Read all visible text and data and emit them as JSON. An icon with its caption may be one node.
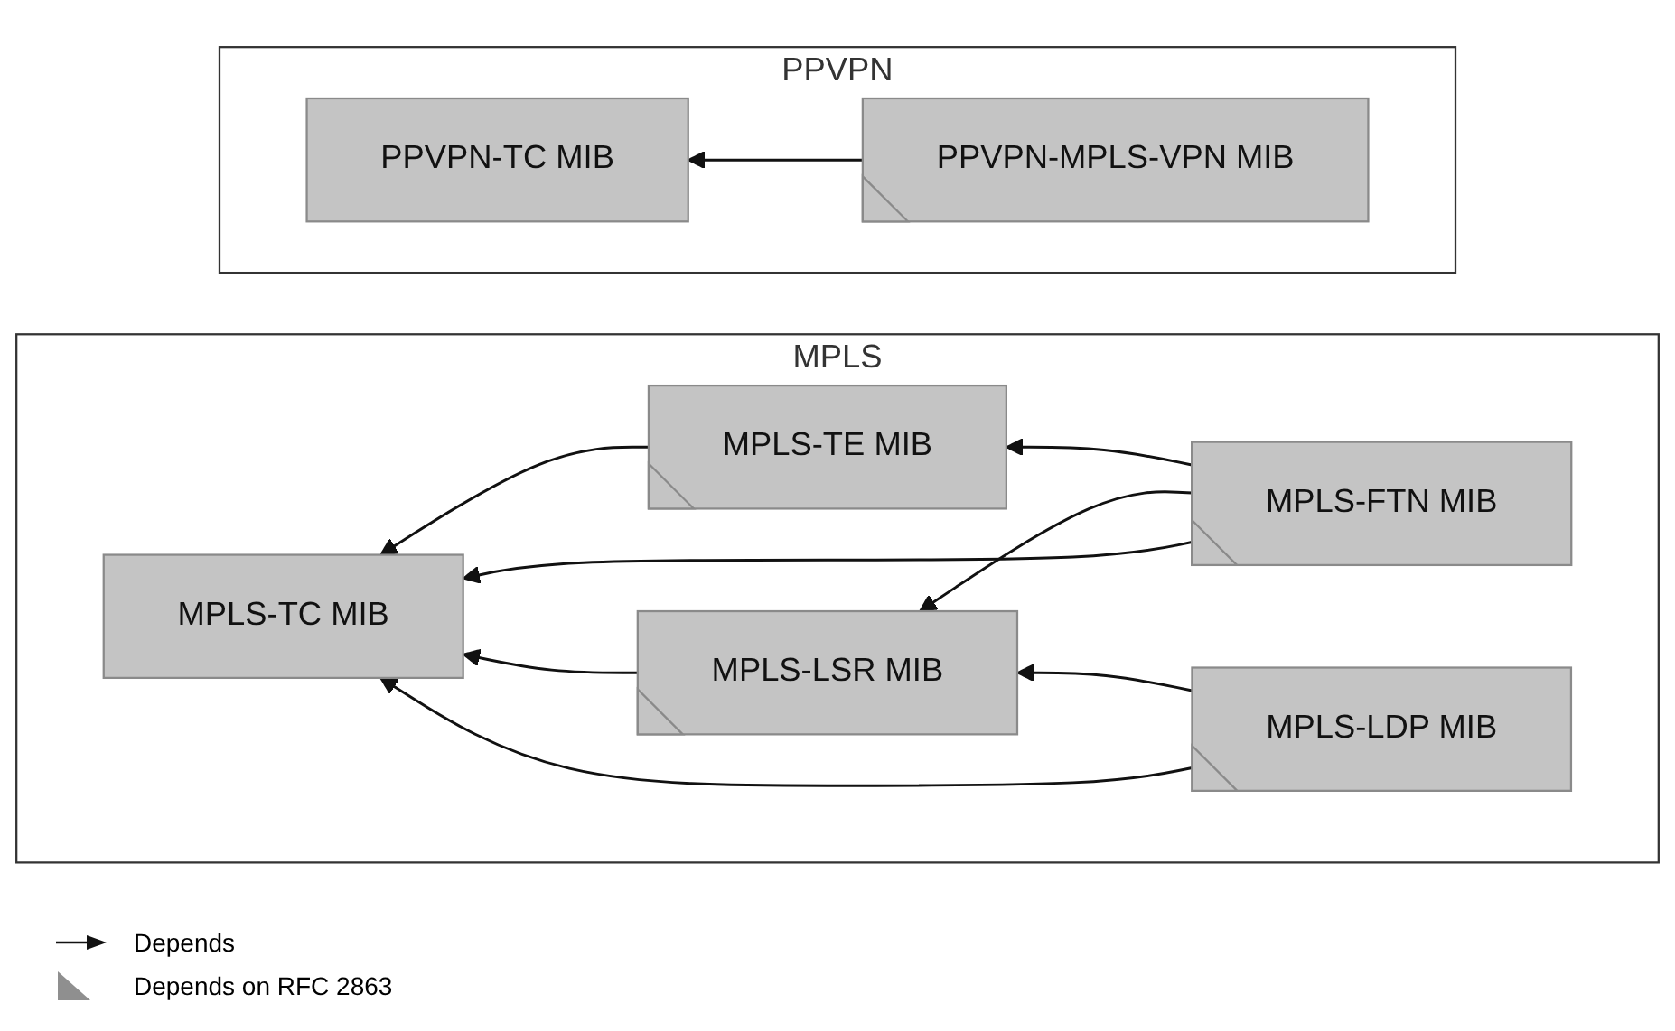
{
  "diagram": {
    "nodes": [
      {
        "text": [
          "MPLS"
        ]
      },
      {
        "text": [
          "MPLS-TC MIB"
        ],
        "in": 0
      },
      {
        "text": [
          "MPLS-LSR MIB"
        ],
        "in": 0
      },
      {
        "text": [
          "MPLS-TE MIB"
        ],
        "in": 0
      },
      {
        "text": [
          "MPLS-FTN MIB"
        ],
        "in": 0
      },
      {
        "text": [
          "MPLS-LDP MIB"
        ],
        "in": 0
      },
      {
        "text": [
          "PPVPN"
        ]
      },
      {
        "text": [
          "PPVPN-TC MIB"
        ],
        "in": 6
      },
      {
        "text": [
          "PPVPN-MPLS-VPN MIB"
        ],
        "in": 6
      }
    ],
    "edges": [
      {
        "from": 2,
        "to": 1,
        "arrow": "to"
      },
      {
        "from": 3,
        "to": 1,
        "arrow": "to"
      },
      {
        "from": 4,
        "to": 1,
        "arrow": "to"
      },
      {
        "from": 5,
        "to": 1,
        "arrow": "to"
      },
      {
        "from": 4,
        "to": 2,
        "arrow": "to"
      },
      {
        "from": 4,
        "to": 3,
        "arrow": "to"
      },
      {
        "from": 5,
        "to": 2,
        "arrow": "to"
      },
      {
        "from": 8,
        "to": 7,
        "arrow": "to"
      }
    ],
    "legend": [
      {
        "text": "Depends"
      },
      {
        "text": "Depends on RFC 2863"
      }
    ]
  }
}
